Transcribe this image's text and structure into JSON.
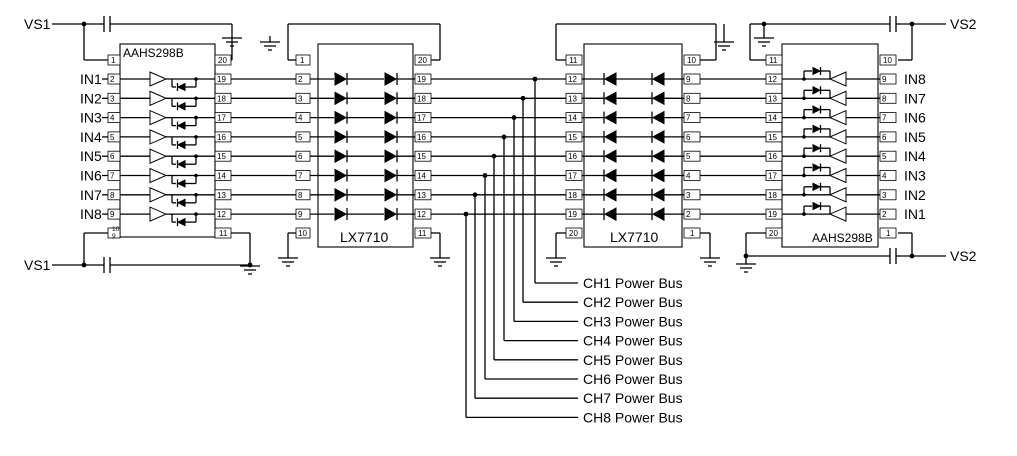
{
  "supplies": {
    "vs1_top": "VS1",
    "vs1_bottom": "VS1",
    "vs2_top": "VS2",
    "vs2_bottom": "VS2"
  },
  "chips": {
    "left_driver": {
      "name": "AAHS298B",
      "pin_top_left": "1",
      "pin_top_right": "20",
      "pin_bottom_left": "10",
      "pin_bottom_left_alt": "9",
      "pin_bottom_right": "11",
      "left_pins": [
        "2",
        "3",
        "4",
        "5",
        "6",
        "7",
        "8",
        "9"
      ],
      "right_pins": [
        "19",
        "18",
        "17",
        "16",
        "15",
        "14",
        "13",
        "12"
      ]
    },
    "left_switch": {
      "name": "LX7710",
      "pin_top_left": "1",
      "pin_top_right": "20",
      "pin_bottom_left": "10",
      "pin_bottom_right": "11",
      "left_pins": [
        "2",
        "3",
        "4",
        "5",
        "6",
        "7",
        "8",
        "9"
      ],
      "right_pins": [
        "19",
        "18",
        "17",
        "16",
        "15",
        "14",
        "13",
        "12"
      ]
    },
    "right_switch": {
      "name": "LX7710",
      "pin_top_left": "11",
      "pin_top_right": "10",
      "pin_bottom_left": "20",
      "pin_bottom_right": "1",
      "left_pins": [
        "12",
        "13",
        "14",
        "15",
        "16",
        "17",
        "18",
        "19"
      ],
      "right_pins": [
        "9",
        "8",
        "7",
        "6",
        "5",
        "4",
        "3",
        "2"
      ]
    },
    "right_driver": {
      "name": "AAHS298B",
      "pin_top_left": "11",
      "pin_top_right": "10",
      "pin_bottom_left": "20",
      "pin_bottom_right": "1",
      "left_pins": [
        "12",
        "13",
        "14",
        "15",
        "16",
        "17",
        "18",
        "19"
      ],
      "right_pins": [
        "9",
        "8",
        "7",
        "6",
        "5",
        "4",
        "3",
        "2"
      ]
    }
  },
  "inputs_left": [
    "IN1",
    "IN2",
    "IN3",
    "IN4",
    "IN5",
    "IN6",
    "IN7",
    "IN8"
  ],
  "inputs_right": [
    "IN8",
    "IN7",
    "IN6",
    "IN5",
    "IN4",
    "IN3",
    "IN2",
    "IN1"
  ],
  "buses": [
    "CH1 Power Bus",
    "CH2 Power Bus",
    "CH3 Power Bus",
    "CH4 Power Bus",
    "CH5 Power Bus",
    "CH6 Power Bus",
    "CH7 Power Bus",
    "CH8 Power Bus"
  ]
}
